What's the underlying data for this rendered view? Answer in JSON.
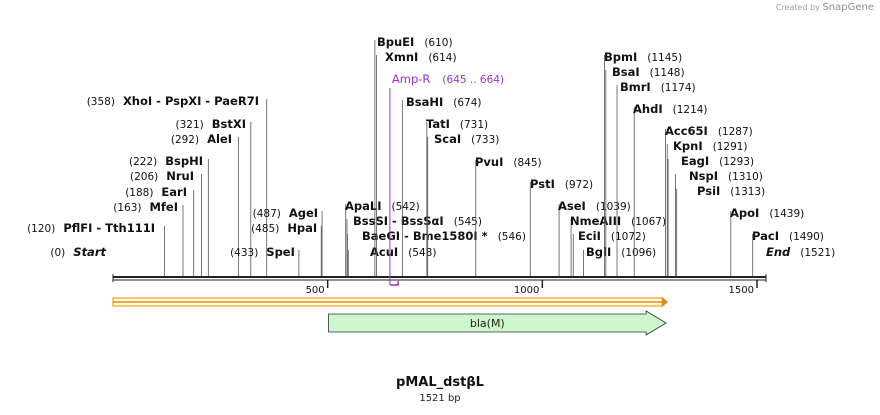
{
  "credit": {
    "prefix": "Created by",
    "brand": "SnapGene"
  },
  "title": "pMAL_dstβL",
  "length_label": "1521 bp",
  "sequence_length": 1521,
  "scale_ticks": [
    {
      "pos": 500,
      "label": "500"
    },
    {
      "pos": 1000,
      "label": "1000"
    },
    {
      "pos": 1500,
      "label": "1500"
    }
  ],
  "sites": [
    {
      "name": "Start",
      "num": "(0)",
      "pos": 0,
      "italic": true,
      "side": "left"
    },
    {
      "name": "PflFI - Tth111I",
      "num": "(120)",
      "pos": 120,
      "side": "left"
    },
    {
      "name": "MfeI",
      "num": "(163)",
      "pos": 163,
      "side": "left"
    },
    {
      "name": "EarI",
      "num": "(188)",
      "pos": 188,
      "side": "left"
    },
    {
      "name": "NruI",
      "num": "(206)",
      "pos": 206,
      "side": "left"
    },
    {
      "name": "BspHI",
      "num": "(222)",
      "pos": 222,
      "side": "left"
    },
    {
      "name": "AleI",
      "num": "(292)",
      "pos": 292,
      "side": "left"
    },
    {
      "name": "BstXI",
      "num": "(321)",
      "pos": 321,
      "side": "left"
    },
    {
      "name": "XhoI - PspXI - PaeR7I",
      "num": "(358)",
      "pos": 358,
      "side": "left"
    },
    {
      "name": "SpeI",
      "num": "(433)",
      "pos": 433,
      "side": "left"
    },
    {
      "name": "HpaI",
      "num": "(485)",
      "pos": 485,
      "side": "left"
    },
    {
      "name": "AgeI",
      "num": "(487)",
      "pos": 487,
      "side": "left"
    },
    {
      "name": "AcuI",
      "num": "(548)",
      "pos": 548,
      "side": "right"
    },
    {
      "name": "BaeGI - Bme1580I *",
      "num": "(546)",
      "pos": 546,
      "side": "right"
    },
    {
      "name": "BssSI - BssSαI",
      "num": "(545)",
      "pos": 545,
      "side": "right"
    },
    {
      "name": "ApaLI",
      "num": "(542)",
      "pos": 542,
      "side": "right"
    },
    {
      "name": "BpuEI",
      "num": "(610)",
      "pos": 610,
      "side": "right"
    },
    {
      "name": "XmnI",
      "num": "(614)",
      "pos": 614,
      "side": "right"
    },
    {
      "name": "BsaHI",
      "num": "(674)",
      "pos": 674,
      "side": "right"
    },
    {
      "name": "TatI",
      "num": "(731)",
      "pos": 731,
      "side": "right"
    },
    {
      "name": "ScaI",
      "num": "(733)",
      "pos": 733,
      "side": "right"
    },
    {
      "name": "PvuI",
      "num": "(845)",
      "pos": 845,
      "side": "right"
    },
    {
      "name": "PstI",
      "num": "(972)",
      "pos": 972,
      "side": "right"
    },
    {
      "name": "AseI",
      "num": "(1039)",
      "pos": 1039,
      "side": "right"
    },
    {
      "name": "NmeAIII",
      "num": "(1067)",
      "pos": 1067,
      "side": "right"
    },
    {
      "name": "EciI",
      "num": "(1072)",
      "pos": 1072,
      "side": "right"
    },
    {
      "name": "BglI",
      "num": "(1096)",
      "pos": 1096,
      "side": "right"
    },
    {
      "name": "BpmI",
      "num": "(1145)",
      "pos": 1145,
      "side": "right"
    },
    {
      "name": "BsaI",
      "num": "(1148)",
      "pos": 1148,
      "side": "right"
    },
    {
      "name": "BmrI",
      "num": "(1174)",
      "pos": 1174,
      "side": "right"
    },
    {
      "name": "AhdI",
      "num": "(1214)",
      "pos": 1214,
      "side": "right"
    },
    {
      "name": "Acc65I",
      "num": "(1287)",
      "pos": 1287,
      "side": "right"
    },
    {
      "name": "KpnI",
      "num": "(1291)",
      "pos": 1291,
      "side": "right"
    },
    {
      "name": "EagI",
      "num": "(1293)",
      "pos": 1293,
      "side": "right"
    },
    {
      "name": "NspI",
      "num": "(1310)",
      "pos": 1310,
      "side": "right"
    },
    {
      "name": "PsiI",
      "num": "(1313)",
      "pos": 1313,
      "side": "right"
    },
    {
      "name": "ApoI",
      "num": "(1439)",
      "pos": 1439,
      "side": "right"
    },
    {
      "name": "PacI",
      "num": "(1490)",
      "pos": 1490,
      "side": "right"
    },
    {
      "name": "End",
      "num": "(1521)",
      "pos": 1521,
      "italic": true,
      "side": "right"
    }
  ],
  "primer": {
    "name": "Amp-R",
    "range": "(645 .. 664)",
    "start": 645,
    "end": 664,
    "color": "#9b30c8"
  },
  "features": [
    {
      "name": "orange-bar",
      "label": "",
      "start": 0,
      "end": 1293,
      "color": "#f5b342"
    },
    {
      "name": "bla(M)",
      "label": "bla(M)",
      "start": 502,
      "end": 1293,
      "color": "#ccf7cc"
    }
  ],
  "colors": {
    "line": "#222222",
    "text": "#111111"
  }
}
